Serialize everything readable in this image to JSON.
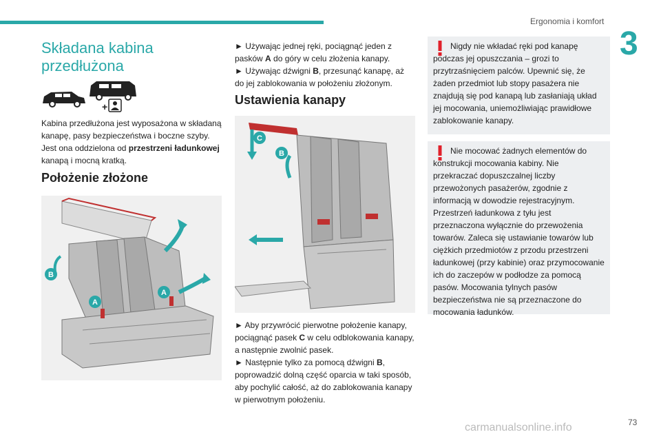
{
  "header": {
    "chapter_title": "Ergonomia i komfort",
    "chapter_number": "3"
  },
  "section": {
    "title": "Składana kabina przedłużona",
    "intro_pre": "Kabina przedłużona jest wyposażona w składaną kanapę, pasy bezpieczeństwa i boczne szyby. Jest ona oddzielona od ",
    "intro_bold": "przestrzeni ładunkowej",
    "intro_post": " kanapą i mocną kratką."
  },
  "folded": {
    "title": "Położenie złożone",
    "figure_labels": [
      "A",
      "A",
      "B"
    ],
    "step1_a": "► Używając jednej ręki, pociągnąć jeden z pasków ",
    "step1_b": "A",
    "step1_c": " do góry w celu złożenia kanapy.",
    "step2_a": "► Używając dźwigni ",
    "step2_b": "B",
    "step2_c": ", przesunąć kanapę, aż do jej zablokowania w położeniu złożonym."
  },
  "settings": {
    "title": "Ustawienia kanapy",
    "figure_labels": [
      "C",
      "B"
    ],
    "step1_a": "► Aby przywrócić pierwotne położenie kanapy, pociągnąć pasek ",
    "step1_b": "C",
    "step1_c": " w celu odblokowania kanapy, a następnie zwolnić pasek.",
    "step2_a": "► Następnie tylko za pomocą dźwigni ",
    "step2_b": "B",
    "step2_c": ", poprowadzić dolną część oparcia w taki sposób, aby pochylić całość, aż do zablokowania kanapy w pierwotnym położeniu."
  },
  "notes": [
    {
      "text": "Nigdy nie wkładać ręki pod kanapę podczas jej opuszczania – grozi to przytrzaśnięciem palców. Upewnić się, że żaden przedmiot lub stopy pasażera nie znajdują się pod kanapą lub zasłaniają układ jej mocowania, uniemożliwiając prawidłowe zablokowanie kanapy."
    },
    {
      "text": "Nie mocować żadnych elementów do konstrukcji mocowania kabiny. Nie przekraczać dopuszczalnej liczby przewożonych pasażerów, zgodnie z informacją w dowodzie rejestracyjnym. Przestrzeń ładunkowa z tyłu jest przeznaczona wyłącznie do przewożenia towarów. Zaleca się ustawianie towarów lub ciężkich przedmiotów z przodu przestrzeni ładunkowej (przy kabinie) oraz przymocowanie ich do zaczepów w podłodze za pomocą pasów. Mocowania tylnych pasów bezpieczeństwa nie są przeznaczone do mocowania ładunków."
    }
  ],
  "footer": {
    "page_number": "73",
    "watermark": "carmanualsonline.info"
  },
  "colors": {
    "accent": "#2aa8a8",
    "warning": "#e0202a",
    "note_bg": "#edeff1"
  }
}
